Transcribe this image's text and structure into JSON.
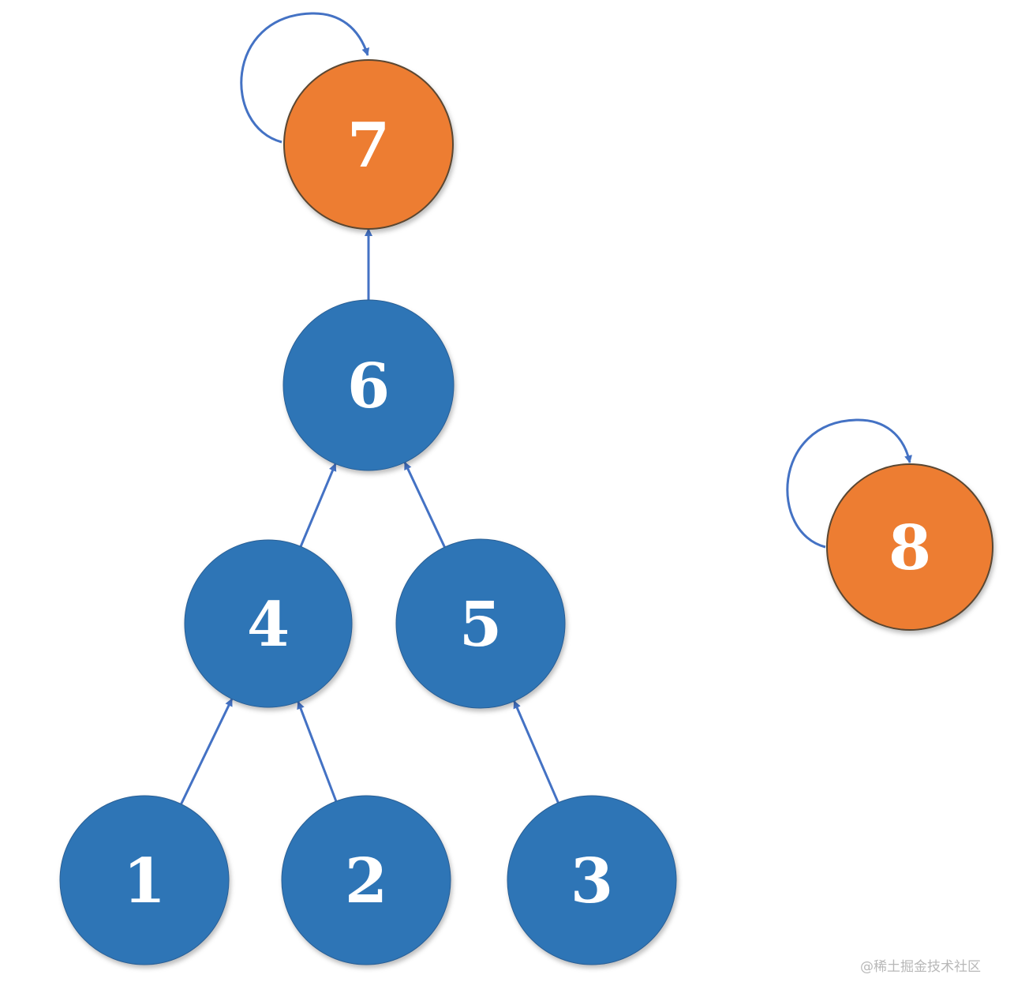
{
  "diagram": {
    "type": "union-find-forest",
    "colors": {
      "root": "#ED7D31",
      "node": "#2E75B6",
      "edge": "#4472C4",
      "label": "#FFFFFF"
    },
    "nodes": [
      {
        "id": "1",
        "label": "1",
        "kind": "node"
      },
      {
        "id": "2",
        "label": "2",
        "kind": "node"
      },
      {
        "id": "3",
        "label": "3",
        "kind": "node"
      },
      {
        "id": "4",
        "label": "4",
        "kind": "node"
      },
      {
        "id": "5",
        "label": "5",
        "kind": "node"
      },
      {
        "id": "6",
        "label": "6",
        "kind": "node"
      },
      {
        "id": "7",
        "label": "7",
        "kind": "root"
      },
      {
        "id": "8",
        "label": "8",
        "kind": "root"
      }
    ],
    "edges": [
      {
        "from": "1",
        "to": "4"
      },
      {
        "from": "2",
        "to": "4"
      },
      {
        "from": "3",
        "to": "5"
      },
      {
        "from": "4",
        "to": "6"
      },
      {
        "from": "5",
        "to": "6"
      },
      {
        "from": "6",
        "to": "7"
      },
      {
        "from": "7",
        "to": "7"
      },
      {
        "from": "8",
        "to": "8"
      }
    ]
  },
  "watermark": "@稀土掘金技术社区"
}
